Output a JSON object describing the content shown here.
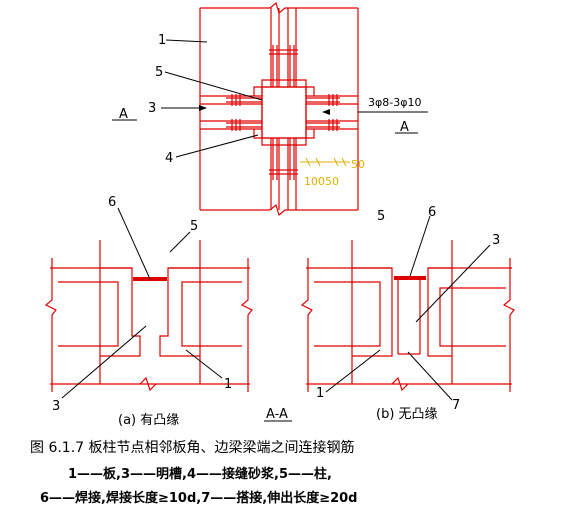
{
  "figure": {
    "plan_labels": {
      "n1": "1",
      "n3": "3",
      "n4": "4",
      "n5": "5",
      "section_left": "A",
      "section_right": "A",
      "rebar": "3φ8-3φ10",
      "dim_50": "50",
      "dim_10050": "10050"
    },
    "section_a": {
      "n6": "6",
      "n5": "5",
      "n3": "3",
      "n1": "1",
      "caption": "(a) 有凸缘"
    },
    "section_b": {
      "n5": "5",
      "n6": "6",
      "n3": "3",
      "n1": "1",
      "n7": "7",
      "caption": "(b) 无凸缘"
    },
    "section_title": "A-A",
    "caption_title": "图 6.1.7   板柱节点相邻板角、边梁梁端之间连接钢筋",
    "caption_legend_1": "1——板,3——明槽,4——接缝砂浆,5——柱,",
    "caption_legend_2": "6——焊接,焊接长度≥10d,7——搭接,伸出长度≥20d",
    "colors": {
      "drawing": "#e00000",
      "leader": "#000000",
      "dimension": "#e0b000"
    }
  }
}
